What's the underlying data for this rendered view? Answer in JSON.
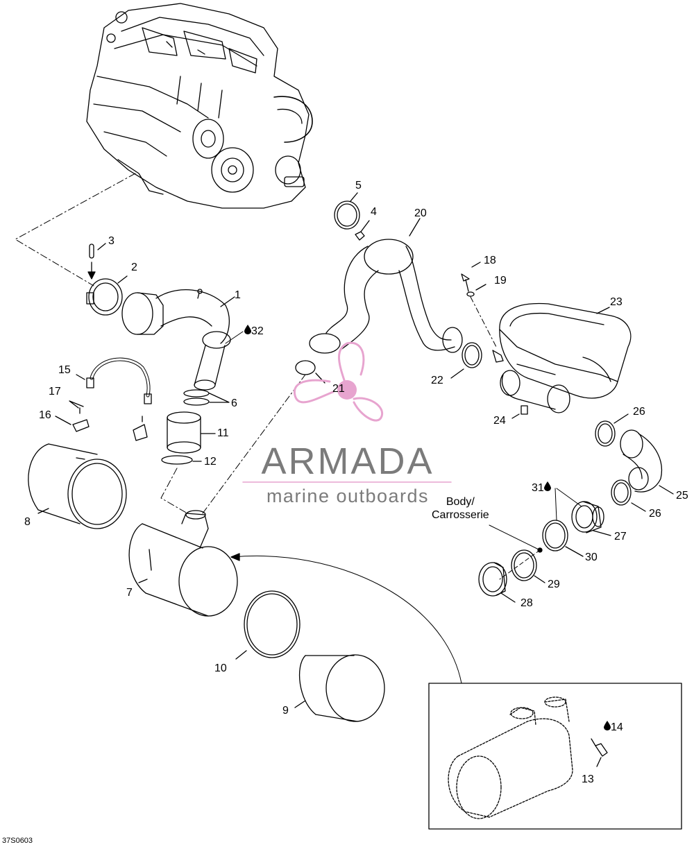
{
  "diagram_code": "37S0603",
  "watermark": {
    "brand": "ARMADA",
    "tagline": "marine outboards",
    "accent_color": "#e7a4cf",
    "text_color": "#7b7b7b"
  },
  "body_note": {
    "line1": "Body/",
    "line2": "Carrosserie"
  },
  "drop_symbol": "drop-icon",
  "callouts": {
    "c1": "1",
    "c2": "2",
    "c3": "3",
    "c4": "4",
    "c5": "5",
    "c6": "6",
    "c7": "7",
    "c8": "8",
    "c9": "9",
    "c10": "10",
    "c11": "11",
    "c12": "12",
    "c13": "13",
    "c14": "14",
    "c15": "15",
    "c16": "16",
    "c17": "17",
    "c18": "18",
    "c19": "19",
    "c20": "20",
    "c21": "21",
    "c22": "22",
    "c23": "23",
    "c24": "24",
    "c25": "25",
    "c26a": "26",
    "c26b": "26",
    "c27": "27",
    "c28": "28",
    "c29": "29",
    "c30": "30",
    "c31": "31",
    "c32": "32"
  }
}
